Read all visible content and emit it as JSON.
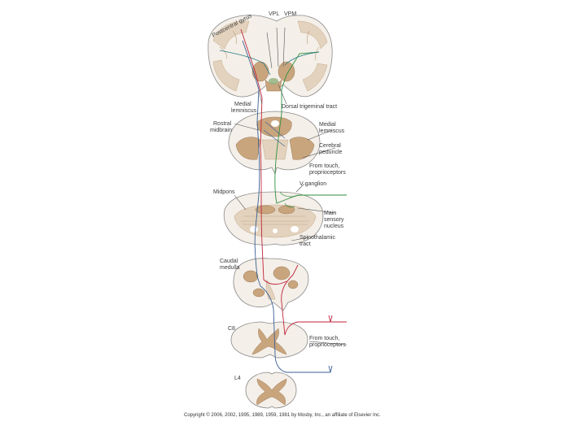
{
  "labels": {
    "postcentral_gyrus": "Postcentral gyrus",
    "vpl": "VPL",
    "vpm": "VPM",
    "medial_lemniscus_top_1": "Medial",
    "medial_lemniscus_top_2": "lemniscus",
    "dorsal_trigeminal_tract": "Dorsal trigeminal tract",
    "rostral_midbrain_1": "Rostral",
    "rostral_midbrain_2": "midbrain",
    "medial_lemniscus_mid_1": "Medial",
    "medial_lemniscus_mid_2": "lemniscus",
    "cerebral_peduncle_1": "Cerebral",
    "cerebral_peduncle_2": "peduncle",
    "from_touch_top_1": "From touch,",
    "from_touch_top_2": "proprioceptors",
    "v_ganglion": "V ganglion",
    "midpons": "Midpons",
    "main_sensory_nucleus_1": "Main",
    "main_sensory_nucleus_2": "sensory",
    "main_sensory_nucleus_3": "nucleus",
    "spinothalamic_tract_1": "Spinothalamic",
    "spinothalamic_tract_2": "tract",
    "caudal_medulla_1": "Caudal",
    "caudal_medulla_2": "medulla",
    "c8": "C8",
    "from_touch_bottom_1": "From touch,",
    "from_touch_bottom_2": "proprioceptors",
    "l4": "L4",
    "copyright": "Copyright © 2006, 2002, 1995, 1989, 1959, 1981 by Mosby, Inc., an affiliate of Elsevier Inc."
  },
  "colors": {
    "blue_pathway": "#3a5f93",
    "red_pathway": "#c0243a",
    "green_pathway": "#2f8f3f",
    "teal_pathway": "#2a7f86",
    "gray_matter": "#c9a57e",
    "white_matter": "#f4efe8"
  }
}
